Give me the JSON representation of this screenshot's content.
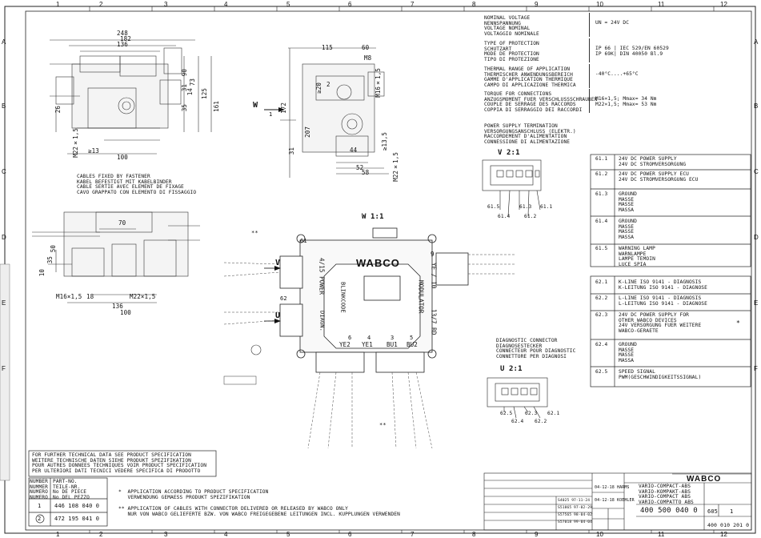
{
  "grid": {
    "top": [
      "1",
      "2",
      "3",
      "4",
      "5",
      "6",
      "7",
      "8",
      "9",
      "10",
      "11",
      "12"
    ],
    "left": [
      "A",
      "B",
      "C",
      "D",
      "E",
      "F"
    ]
  },
  "specs": [
    {
      "label": [
        "NOMINAL VOLTAGE",
        "NENNSPANNUNG",
        "VOLTAGE NOMINAL",
        "VOLTAGGIO NOMINALE"
      ],
      "value": [
        "UN = 24V DC"
      ]
    },
    {
      "label": [
        "TYPE OF PROTECTION",
        "SCHUTZART",
        "MODE DE PROTECTION",
        "TIPO DI PROTEZIONE"
      ],
      "value": [
        "IP 66 | IEC 529/EN 60529",
        "IP 69K| DIN 40050 Bl.9"
      ]
    },
    {
      "label": [
        "THERMAL RANGE OF APPLICATION",
        "THERMISCHER ANWENDUNGSBEREICH",
        "GAMME D'APPLICATION THERMIQUE",
        "CAMPO DI APPLICAZIONE THERMICA"
      ],
      "value": [
        "-40°C....+65°C"
      ]
    },
    {
      "label": [
        "TORQUE FOR CONNECTIONS",
        "ANZUGSMOMENT FUER VERSCHLUSSSCHRAUBEN",
        "COUPLE DE SERRAGE DES RACCORDS",
        "COPPIA DI SERRAGGIO DEI RACCORDI"
      ],
      "value": [
        "M16×1,5; Mmax= 34 Nm",
        "M22×1,5; Mmax= 53 Nm"
      ]
    }
  ],
  "power_title": [
    "POWER SUPPLY TERMINATION",
    "VERSORGUNGSANSCHLUSS (ELEKTR.)",
    "RACCORDEMENT D'ALIMENTATION",
    "CONNESSIONE DI ALIMENTAZIONE"
  ],
  "v_label": "V 2:1",
  "u_label": "U 2:1",
  "w_label": "W 1:1",
  "pins_v": [
    "61.5",
    "61.4",
    "61.3",
    "61.2",
    "61.1"
  ],
  "pins_u": [
    "62.5",
    "62.4",
    "62.3",
    "62.2",
    "62.1"
  ],
  "table61": [
    {
      "pin": "61.1",
      "desc": [
        "24V DC POWER SUPPLY",
        "24V DC STROMVERSORGUNG"
      ]
    },
    {
      "pin": "61.2",
      "desc": [
        "24V DC POWER SUPPLY ECU",
        "24V DC STROMVERSORGUNG ECU"
      ]
    },
    {
      "pin": "61.3",
      "desc": [
        "GROUND",
        "MASSE",
        "MASSE",
        "MASSA"
      ]
    },
    {
      "pin": "61.4",
      "desc": [
        "GROUND",
        "MASSE",
        "MASSE",
        "MASSA"
      ]
    },
    {
      "pin": "61.5",
      "desc": [
        "WARNING LAMP",
        "WARNLAMPE",
        "LAMPE TEMOIN",
        "LUCE SPIA"
      ]
    }
  ],
  "table62": [
    {
      "pin": "62.1",
      "desc": [
        "K-LINE ISO 9141 - DIAGNOSIS",
        "K-LEITUNG ISO 9141 - DIAGNOSE"
      ]
    },
    {
      "pin": "62.2",
      "desc": [
        "L-LINE ISO 9141 - DIAGNOSIS",
        "L-LEITUNG ISO 9141 - DIAGNOSE"
      ]
    },
    {
      "pin": "62.3",
      "desc": [
        "24V DC POWER SUPPLY FOR",
        "OTHER WABCO DEVICES",
        "24V VERSORGUNG FUER WEITERE",
        "WABCO-GERAETE"
      ]
    },
    {
      "pin": "62.4",
      "desc": [
        "GROUND",
        "MASSE",
        "MASSE",
        "MASSA"
      ]
    },
    {
      "pin": "62.5",
      "desc": [
        "SPEED SIGNAL",
        "PWM(GESCHWINDIGKEITSSIGNAL)"
      ]
    }
  ],
  "diag_title": [
    "DIAGNOSTIC CONNECTOR",
    "DIAGNOSESTECKER",
    "CONNECTEUR POUR DIAGNOSTIC",
    "CONNETTORE PER DIAGNOSI"
  ],
  "cables_note": [
    "CABLES FIXED BY FASTENER",
    "KABEL BEFESTIGT MIT KABELBINDER",
    "CABLE SERTIE AVEC ELEMENT DE FIXAGE",
    "CAVO GRAPPATO CON ELEMENTO DI FISSAGGIO"
  ],
  "further_note": [
    "FOR FURTHER TECHNICAL DATA SEE PRODUCT SPECIFICATION",
    "WEITERE TECHNISCHE DATEN SIEHE PRODUKT SPEZIFIKATION",
    "POUR AUTRES DONNEES TECHNIQUES VOIR PRODUCT SPECIFICATION",
    "PER ULTERIORI DATI TECNICI VEDERE SPECIFICA DI PRODOTTO"
  ],
  "parts_header": {
    "left": [
      "NUMBER",
      "NUMMER",
      "NUMERO",
      "NUMERO"
    ],
    "right": [
      "PART-NO.",
      "TEILE-NR.",
      "No DE PIECE",
      "No DEL PEZZO"
    ]
  },
  "parts": [
    {
      "num": "1",
      "part": "446 108 040 0"
    },
    {
      "num": "2",
      "part": "472 195 041 0"
    }
  ],
  "footnote1": [
    "APPLICATION ACCORDING TO PRODUCT SPECIFICATION",
    "VERWENDUNG GEMAESS PRODUKT SPEZIFIKATION"
  ],
  "footnote2": [
    "APPLICATION OF CABLES WITH CONNECTOR DELIVERED OR RELEASED BY WABCO ONLY",
    "NUR VON WABCO GELIEFERTE BZW. VON WABCO FREIGEGEBENE LEITUNGEN INCL. KUPPLUNGEN VERWENDEN"
  ],
  "title_block": {
    "logo": "WABCO",
    "desc": [
      "VARIO-COMPACT-ABS",
      "VARIO-KOMPAKT-ABS",
      "VARIO-COMPACT ABS",
      "VARIO-COMPATTO ABS"
    ],
    "number": "400 500 040 0",
    "sheet": "605",
    "sheet_of": "1",
    "bottom_no": "400 010 201 0",
    "draw_by": "04-12-18 HARMS",
    "chk_by": "04-12-18 KOEHLER",
    "revs": [
      {
        "no": "S4025",
        "d": "97-11-24"
      },
      {
        "no": "S51865",
        "d": "97-02-29"
      },
      {
        "no": "S57565",
        "d": "98-04-02"
      },
      {
        "no": "S57018",
        "d": "99-04-04"
      }
    ]
  },
  "dims_left": [
    "248",
    "182",
    "136",
    "26",
    "90",
    "73",
    "35",
    "31",
    "14",
    "125",
    "161",
    "≥13",
    "100",
    "M22×1,5"
  ],
  "dims_mid": [
    "115",
    "60",
    "M8",
    "M16×1,5",
    "172",
    "207",
    "44",
    "52",
    "58",
    "≥13,5",
    "M22×1,5",
    "31",
    "≥20",
    "2"
  ],
  "dims_bot": [
    "70",
    "50",
    "35",
    "10",
    "M16×1,5",
    "18",
    "M22×1,5",
    "136",
    "100"
  ],
  "ecu": {
    "brand": "WABCO",
    "power": "4/15 POWER",
    "blink": "BLINKCODE",
    "diag": "DIAGN.",
    "modulator": "MODULATOR",
    "ye": "YE / 10",
    "bu": "13/7 RD",
    "pins_bottom": [
      "6",
      "4",
      "3",
      "5"
    ],
    "labels_bottom": [
      "YE2",
      "YE1",
      "BU1",
      "BU2"
    ],
    "nine": "9"
  },
  "callouts": {
    "c61": "61",
    "c62": "62",
    "V": "V",
    "U": "U",
    "W": "W",
    "one": "1",
    "dstar": "**"
  }
}
